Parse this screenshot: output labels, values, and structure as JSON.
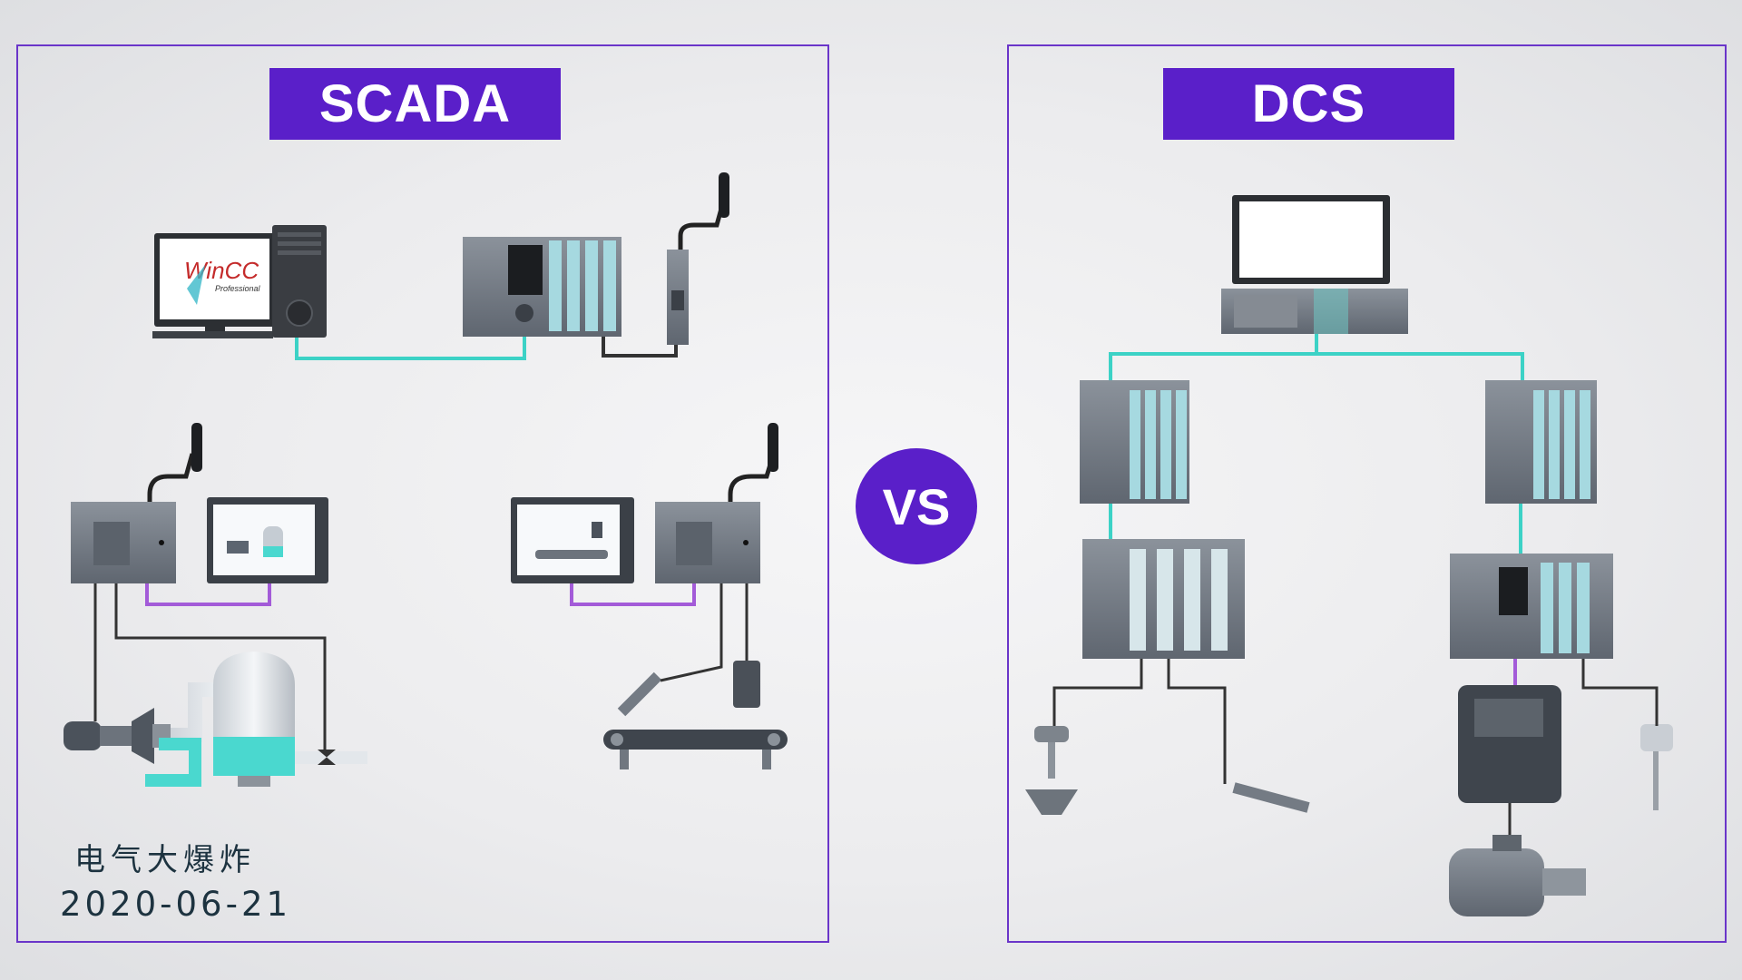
{
  "scada": {
    "title": "SCADA",
    "software_logo": "WinCC",
    "software_sub": "Professional"
  },
  "dcs": {
    "title": "DCS"
  },
  "vs_label": "VS",
  "footer": {
    "author": "电气大爆炸",
    "date": "2020-06-21"
  },
  "colors": {
    "accent": "#5a1fc9",
    "ethernet": "#3cd2c6",
    "link": "#a35bd8",
    "signal": "#333333",
    "device": "#6d7580"
  },
  "icons": [
    "pc-icon",
    "plc-icon",
    "modem-icon",
    "rtu-icon",
    "hmi-icon",
    "pump-icon",
    "tank-icon",
    "valve-icon",
    "sensor-icon",
    "conveyor-icon",
    "monitor-icon",
    "server-icon",
    "io-rack-icon",
    "drive-icon",
    "motor-icon",
    "thermometer-icon"
  ]
}
